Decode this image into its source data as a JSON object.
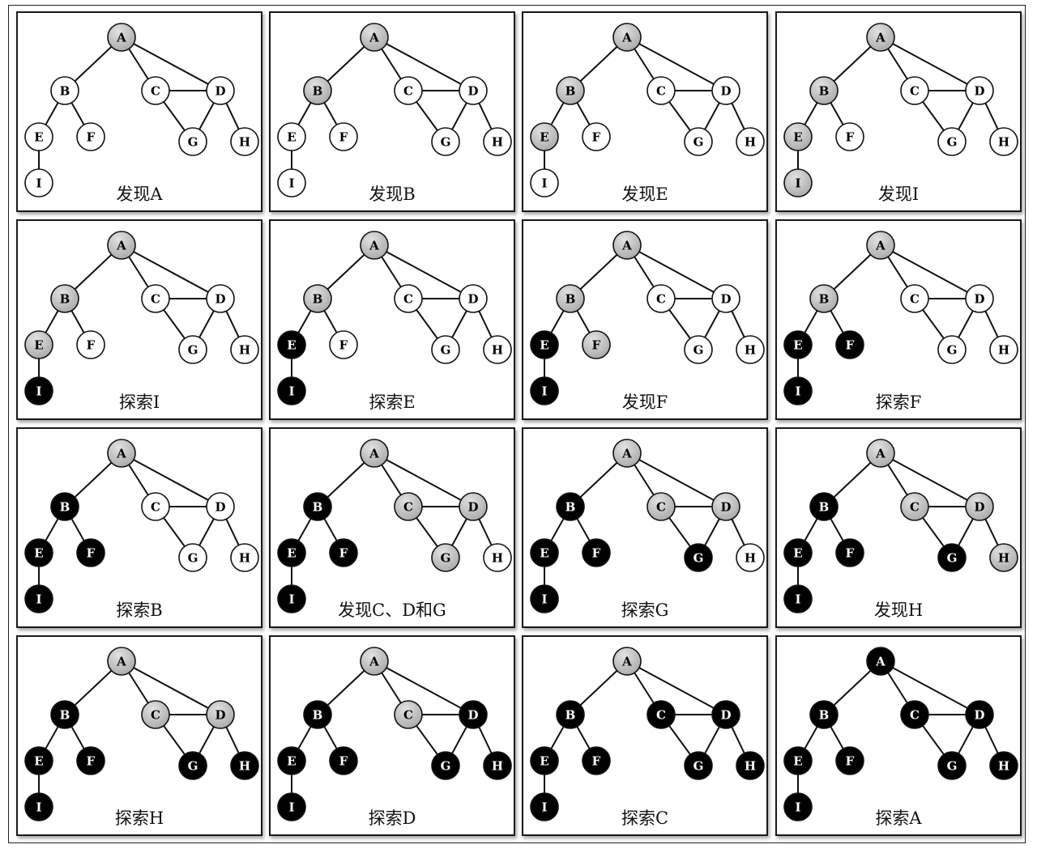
{
  "diagram": {
    "states": {
      "white": "#ffffff",
      "gray": "#a8a8a8",
      "black": "#000000"
    },
    "nodes": [
      "A",
      "B",
      "C",
      "D",
      "E",
      "F",
      "G",
      "H",
      "I"
    ],
    "edges": [
      [
        "A",
        "B"
      ],
      [
        "A",
        "C"
      ],
      [
        "A",
        "D"
      ],
      [
        "B",
        "E"
      ],
      [
        "B",
        "F"
      ],
      [
        "C",
        "D"
      ],
      [
        "C",
        "G"
      ],
      [
        "D",
        "G"
      ],
      [
        "D",
        "H"
      ],
      [
        "E",
        "I"
      ]
    ],
    "panels": [
      {
        "caption": "发现A",
        "colors": {
          "A": "gray",
          "B": "white",
          "C": "white",
          "D": "white",
          "E": "white",
          "F": "white",
          "G": "white",
          "H": "white",
          "I": "white"
        }
      },
      {
        "caption": "发现B",
        "colors": {
          "A": "gray",
          "B": "gray",
          "C": "white",
          "D": "white",
          "E": "white",
          "F": "white",
          "G": "white",
          "H": "white",
          "I": "white"
        }
      },
      {
        "caption": "发现E",
        "colors": {
          "A": "gray",
          "B": "gray",
          "C": "white",
          "D": "white",
          "E": "gray",
          "F": "white",
          "G": "white",
          "H": "white",
          "I": "white"
        }
      },
      {
        "caption": "发现I",
        "colors": {
          "A": "gray",
          "B": "gray",
          "C": "white",
          "D": "white",
          "E": "gray",
          "F": "white",
          "G": "white",
          "H": "white",
          "I": "gray"
        }
      },
      {
        "caption": "探索I",
        "colors": {
          "A": "gray",
          "B": "gray",
          "C": "white",
          "D": "white",
          "E": "gray",
          "F": "white",
          "G": "white",
          "H": "white",
          "I": "black"
        }
      },
      {
        "caption": "探索E",
        "colors": {
          "A": "gray",
          "B": "gray",
          "C": "white",
          "D": "white",
          "E": "black",
          "F": "white",
          "G": "white",
          "H": "white",
          "I": "black"
        }
      },
      {
        "caption": "发现F",
        "colors": {
          "A": "gray",
          "B": "gray",
          "C": "white",
          "D": "white",
          "E": "black",
          "F": "gray",
          "G": "white",
          "H": "white",
          "I": "black"
        }
      },
      {
        "caption": "探索F",
        "colors": {
          "A": "gray",
          "B": "gray",
          "C": "white",
          "D": "white",
          "E": "black",
          "F": "black",
          "G": "white",
          "H": "white",
          "I": "black"
        }
      },
      {
        "caption": "探索B",
        "colors": {
          "A": "gray",
          "B": "black",
          "C": "white",
          "D": "white",
          "E": "black",
          "F": "black",
          "G": "white",
          "H": "white",
          "I": "black"
        }
      },
      {
        "caption": "发现C、D和G",
        "colors": {
          "A": "gray",
          "B": "black",
          "C": "gray",
          "D": "gray",
          "E": "black",
          "F": "black",
          "G": "gray",
          "H": "white",
          "I": "black"
        }
      },
      {
        "caption": "探索G",
        "colors": {
          "A": "gray",
          "B": "black",
          "C": "gray",
          "D": "gray",
          "E": "black",
          "F": "black",
          "G": "black",
          "H": "white",
          "I": "black"
        }
      },
      {
        "caption": "发现H",
        "colors": {
          "A": "gray",
          "B": "black",
          "C": "gray",
          "D": "gray",
          "E": "black",
          "F": "black",
          "G": "black",
          "H": "gray",
          "I": "black"
        }
      },
      {
        "caption": "探索H",
        "colors": {
          "A": "gray",
          "B": "black",
          "C": "gray",
          "D": "gray",
          "E": "black",
          "F": "black",
          "G": "black",
          "H": "black",
          "I": "black"
        }
      },
      {
        "caption": "探索D",
        "colors": {
          "A": "gray",
          "B": "black",
          "C": "gray",
          "D": "black",
          "E": "black",
          "F": "black",
          "G": "black",
          "H": "black",
          "I": "black"
        }
      },
      {
        "caption": "探索C",
        "colors": {
          "A": "gray",
          "B": "black",
          "C": "black",
          "D": "black",
          "E": "black",
          "F": "black",
          "G": "black",
          "H": "black",
          "I": "black"
        }
      },
      {
        "caption": "探索A",
        "colors": {
          "A": "black",
          "B": "black",
          "C": "black",
          "D": "black",
          "E": "black",
          "F": "black",
          "G": "black",
          "H": "black",
          "I": "black"
        }
      }
    ]
  }
}
